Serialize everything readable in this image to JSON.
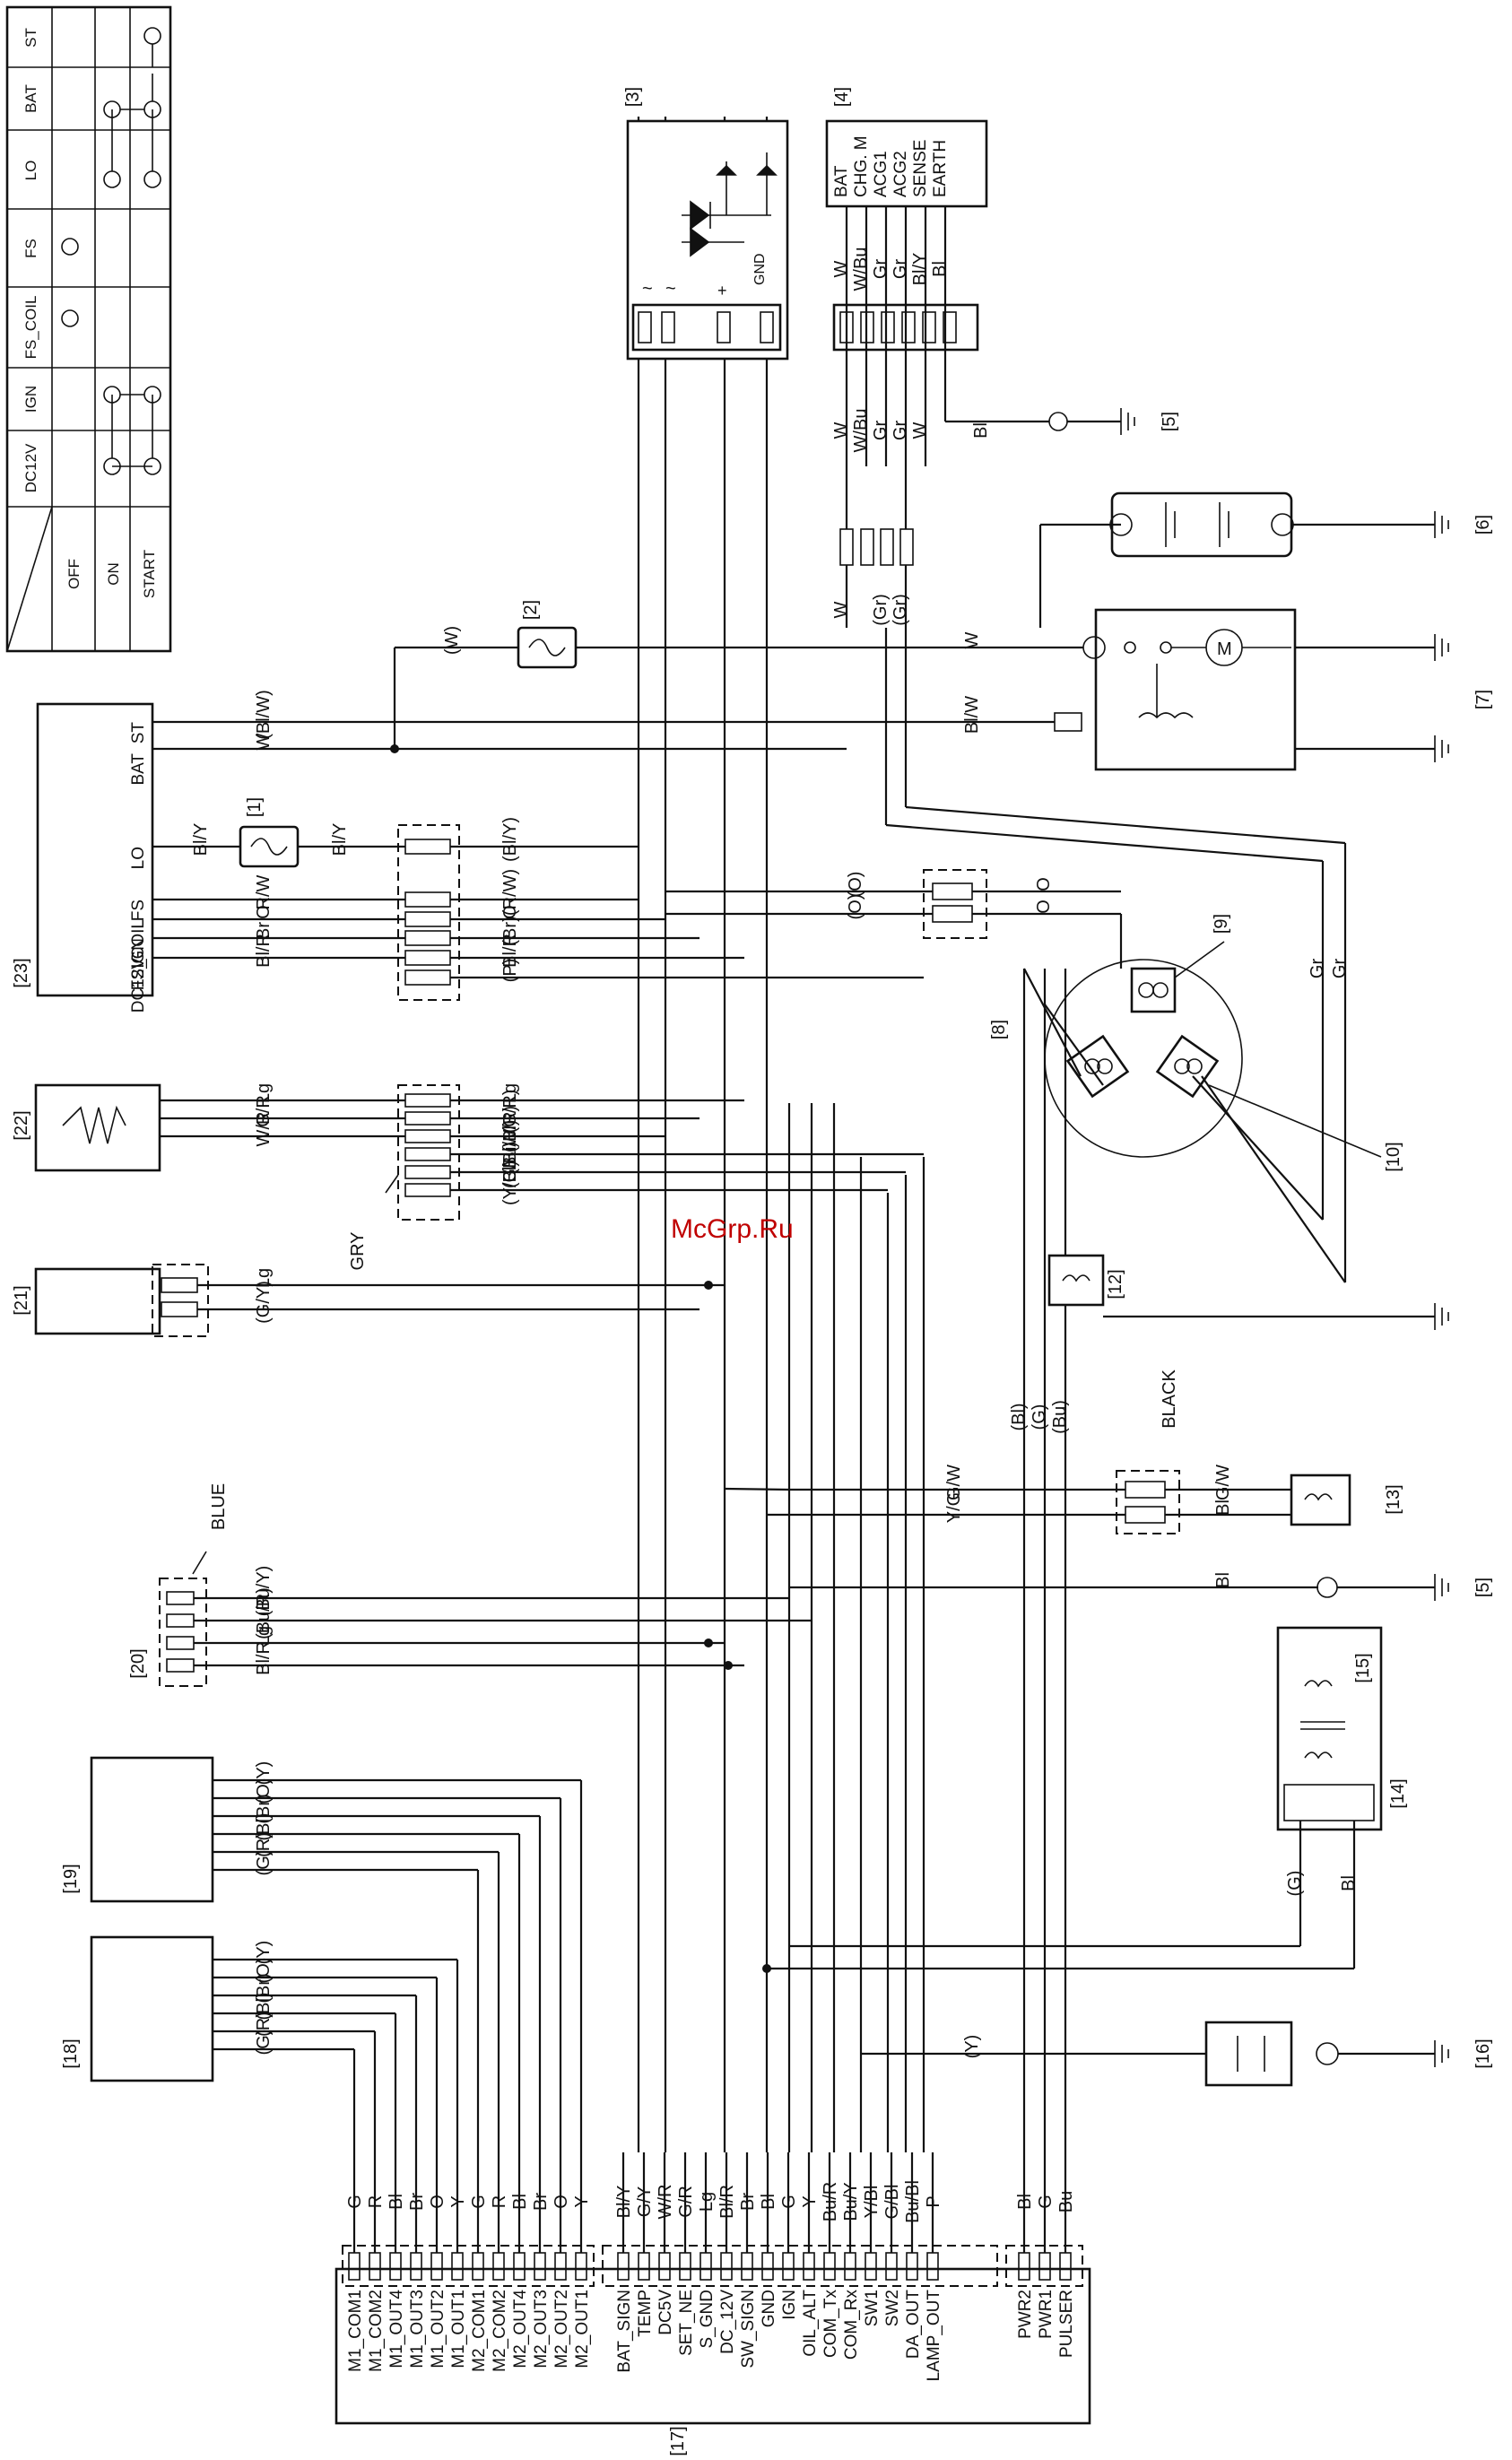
{
  "switch_table": {
    "columns": [
      "ST",
      "BAT",
      "LO",
      "FS",
      "FS_COIL",
      "IGN",
      "DC12V"
    ],
    "rows": [
      "OFF",
      "ON",
      "START"
    ]
  },
  "refs": {
    "r1": "[1]",
    "r2": "[2]",
    "r3": "[3]",
    "r4": "[4]",
    "r5": "[5]",
    "r6": "[6]",
    "r7": "[7]",
    "r8": "[8]",
    "r9": "[9]",
    "r10": "[10]",
    "r12": "[12]",
    "r13": "[13]",
    "r14": "[14]",
    "r15": "[15]",
    "r16": "[16]",
    "r17": "[17]",
    "r18": "[18]",
    "r19": "[19]",
    "r20": "[20]",
    "r21": "[21]",
    "r22": "[22]",
    "r23": "[23]"
  },
  "labels": {
    "gry": "GRY",
    "blue": "BLUE",
    "black": "BLACK",
    "gnd": "GND",
    "plus": "+",
    "ac": "~",
    "motor": "M"
  },
  "watermark": "McGrp.Ru",
  "comp4_pins": [
    "BAT",
    "CHG. M",
    "ACG1",
    "ACG2",
    "SENSE",
    "EARTH"
  ],
  "comp4_wires": [
    "W",
    "W/Bu",
    "Gr",
    "Gr",
    "Bl/Y",
    "Bl"
  ],
  "comp4_lower": [
    "W",
    "W/Bu",
    "Gr",
    "Gr",
    "W"
  ],
  "comp3_wires": [
    "R/W",
    "O",
    "(G/W)",
    "(Y/G)"
  ],
  "comp23_pins": [
    "ST",
    "BAT",
    "LO",
    "FS",
    "FS_COIL",
    "IGN",
    "DC12V"
  ],
  "comp23_wires": [
    "(Bl/W)",
    "W",
    "Bl/Y",
    "Bl/Y",
    "(Bl/Y)",
    "R/W",
    "(R/W)",
    "O",
    "O",
    "Br",
    "(Br)",
    "Bl/R",
    "Bl/R",
    "(P)",
    "W",
    "Bl/W",
    "Bl/W",
    "(W)",
    "W"
  ],
  "comp22_wires": [
    "Lg",
    "G/R",
    "W/R",
    "Lg",
    "(G/R)",
    "(W/R)",
    "(Bu/Bl)",
    "(G/Bl)",
    "(Y/Bl)"
  ],
  "comp21_wires": [
    "Lg",
    "(G/Y)"
  ],
  "comp20_wires": [
    "(Bu/Y)",
    "(Bu/R)",
    "Lg",
    "Bl/R"
  ],
  "comp19_wires": [
    "(Y)",
    "(O)",
    "(Br)",
    "(Bl)",
    "(R)",
    "(G)"
  ],
  "comp18_wires": [
    "(Y)",
    "(O)",
    "(Br)",
    "(Bl)",
    "(R)",
    "(G)"
  ],
  "right_wires": [
    "(O)",
    "(O)",
    "O",
    "O",
    "Gr",
    "Gr",
    "(Bl)",
    "(G)",
    "(Bu)",
    "G/W",
    "Y/G",
    "G/W",
    "Bl",
    "Bl",
    "(G)",
    "Bl",
    "(Y)",
    "W",
    "(Gr)",
    "(Gr)"
  ],
  "comp17_pins": [
    "M1_COM1",
    "M1_COM2",
    "M1_OUT4",
    "M1_OUT3",
    "M1_OUT2",
    "M1_OUT1",
    "M2_COM1",
    "M2_COM2",
    "M2_OUT4",
    "M2_OUT3",
    "M2_OUT2",
    "M2_OUT1",
    "BAT_SIGN",
    "TEMP",
    "DC5V",
    "SET_NE",
    "S_GND",
    "DC_12V",
    "SW_SIGN",
    "GND",
    "IGN",
    "OIL_ALT",
    "COM_Tx",
    "COM_Rx",
    "SW1",
    "SW2",
    "DA_OUT",
    "LAMP_OUT",
    "PWR2",
    "PWR1",
    "PULSER"
  ],
  "comp17_wires": [
    "G",
    "R",
    "Bl",
    "Br",
    "O",
    "Y",
    "G",
    "R",
    "Bl",
    "Br",
    "O",
    "Y",
    "Bl/Y",
    "G/Y",
    "W/R",
    "G/R",
    "Lg",
    "Bl/R",
    "Br",
    "Bl",
    "G",
    "Y",
    "Bu/R",
    "Bu/Y",
    "Y/Bl",
    "G/Bl",
    "Bu/Bl",
    "P",
    "Bl",
    "G",
    "Bu"
  ]
}
